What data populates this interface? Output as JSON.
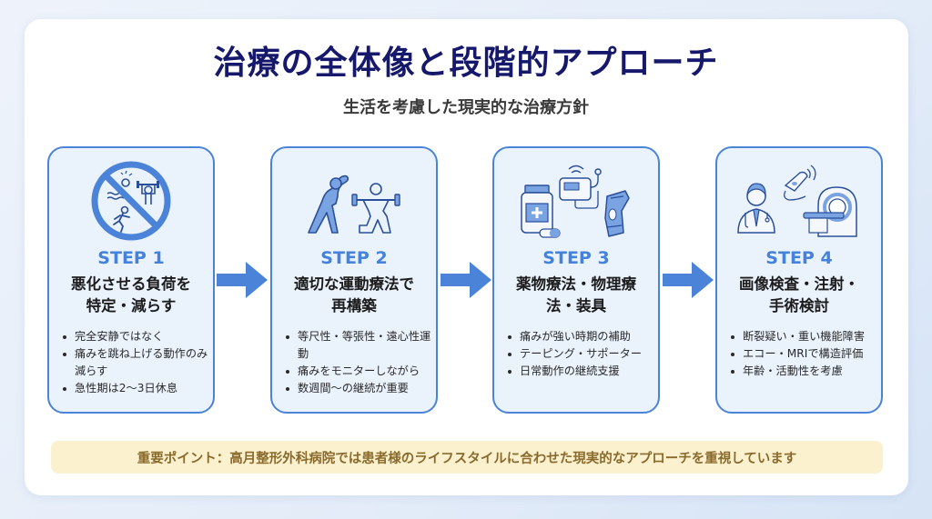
{
  "header": {
    "title": "治療の全体像と段階的アプローチ",
    "subtitle": "生活を考慮した現実的な治療方針"
  },
  "colors": {
    "title": "#16196b",
    "accent": "#4a83d8",
    "step_label": "#4582dc",
    "card_bg": "#eaf2fc",
    "note_bg": "#fbf1cf",
    "note_text": "#8a6a2c"
  },
  "steps": [
    {
      "label": "STEP 1",
      "heading": "悪化させる負荷を特定・減らす",
      "heading_lines": [
        "悪化させる負荷を",
        "特定・減らす"
      ],
      "icon": "no-sports-icon",
      "bullets": [
        "完全安静ではなく",
        "痛みを跳ね上げる動作のみ減らす",
        "急性期は2〜3日休息"
      ]
    },
    {
      "label": "STEP 2",
      "heading": "適切な運動療法で再構築",
      "heading_lines": [
        "適切な運動療法で",
        "再構築"
      ],
      "icon": "exercise-icon",
      "bullets": [
        "等尺性・等張性・遠心性運動",
        "痛みをモニターしながら",
        "数週間〜の継続が重要"
      ]
    },
    {
      "label": "STEP 3",
      "heading": "薬物療法・物理療法・装具",
      "heading_lines": [
        "薬物療法・物理療",
        "法・装具"
      ],
      "icon": "medicine-device-brace-icon",
      "bullets": [
        "痛みが強い時期の補助",
        "テーピング・サポーター",
        "日常動作の継続支援"
      ]
    },
    {
      "label": "STEP 4",
      "heading": "画像検査・注射・手術検討",
      "heading_lines": [
        "画像検査・注射・",
        "手術検討"
      ],
      "icon": "doctor-imaging-icon",
      "bullets": [
        "断裂疑い・重い機能障害",
        "エコー・MRIで構造評価",
        "年齢・活動性を考慮"
      ]
    }
  ],
  "note": {
    "text": "重要ポイント：高月整形外科病院では患者様のライフスタイルに合わせた現実的なアプローチを重視しています"
  }
}
